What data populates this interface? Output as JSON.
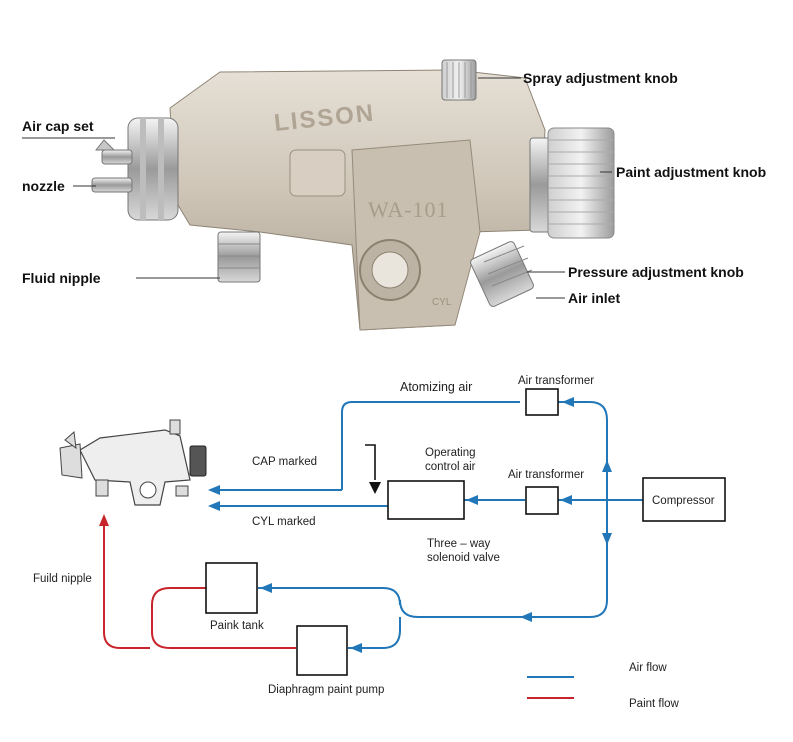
{
  "photo": {
    "brand": "LISSON",
    "model": "WA-101",
    "cyl_mark": "CYL",
    "callouts": {
      "spray_adjustment_knob": "Spray adjustment knob",
      "air_cap_set": "Air cap set",
      "paint_adjustment_knob": "Paint adjustment knob",
      "nozzle": "nozzle",
      "fluid_nipple": "Fluid nipple",
      "pressure_adjustment_knob": "Pressure adjustment knob",
      "air_inlet": "Air inlet"
    }
  },
  "diagram": {
    "atomizing_air": "Atomizing air",
    "air_transformer_top": "Air transformer",
    "operating_control_air_line1": "Operating",
    "operating_control_air_line2": "control air",
    "air_transformer_mid": "Air transformer",
    "cap_marked": "CAP marked",
    "cyl_marked": "CYL marked",
    "compressor": "Compressor",
    "valve_line1": "Three – way",
    "valve_line2": "solenoid valve",
    "fluid_nipple": "Fuild nipple",
    "paint_tank": "Paink tank",
    "pump": "Diaphragm paint pump",
    "legend": {
      "air_flow": "Air flow",
      "paint_flow": "Paint flow"
    },
    "colors": {
      "air": "#2277b8",
      "paint": "#c8242b"
    }
  }
}
